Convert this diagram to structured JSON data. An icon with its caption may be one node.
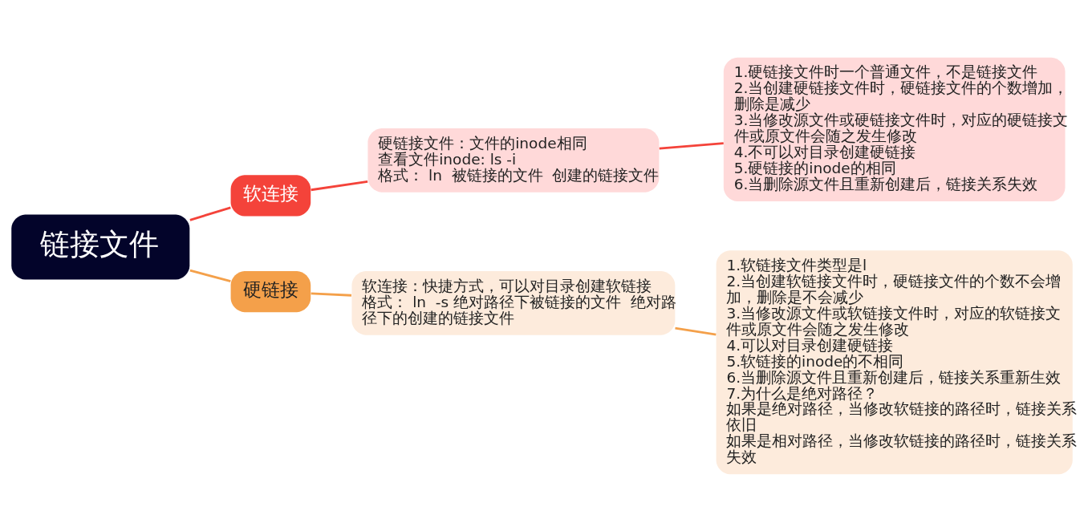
{
  "diagram": {
    "nodes": [
      {
        "text": [
          "链接文件"
        ]
      },
      {
        "text": [
          "软连接"
        ]
      },
      {
        "text": [
          "硬链接文件：文件的inode相同",
          "查看文件inode: ls -i",
          "格式： ln  被链接的文件  创建的链接文件"
        ]
      },
      {
        "text": [
          "1.硬链接文件时一个普通文件，不是链接文件",
          "2.当创建硬链接文件时，硬链接文件的个数增加，删除是减少",
          "3.当修改源文件或硬链接文件时，对应的硬链接文件或原文件会随之发生修改",
          "4.不可以对目录创建硬链接",
          "5.硬链接的inode的相同",
          "6.当删除源文件且重新创建后，链接关系失效"
        ]
      },
      {
        "text": [
          "硬链接"
        ]
      },
      {
        "text": [
          "软连接：快捷方式，可以对目录创建软链接",
          "格式： ln  -s 绝对路径下被链接的文件  绝对路径下的创建的链接文件"
        ]
      },
      {
        "text": [
          "1.软链接文件类型是l",
          "2.当创建软链接文件时，硬链接文件的个数不会增加，删除是不会减少",
          "3.当修改源文件或软链接文件时，对应的软链接文件或原文件会随之发生修改",
          "4.可以对目录创建硬链接",
          "5.软链接的inode的不相同",
          "6.当删除源文件且重新创建后，链接关系重新生效",
          "7.为什么是绝对路径？",
          "如果是绝对路径，当修改软链接的路径时，链接关系依旧",
          "如果是相对路径，当修改软链接的路径时，链接关系失效"
        ]
      }
    ],
    "edges": [
      {
        "from": 0,
        "to": 1,
        "arrow": "none",
        "color": "#f4433a"
      },
      {
        "from": 1,
        "to": 2,
        "arrow": "none",
        "color": "#f4433a"
      },
      {
        "from": 2,
        "to": 3,
        "arrow": "none",
        "color": "#f4433a"
      },
      {
        "from": 0,
        "to": 4,
        "arrow": "none",
        "color": "#f4a04a"
      },
      {
        "from": 4,
        "to": 5,
        "arrow": "none",
        "color": "#f4a04a"
      },
      {
        "from": 5,
        "to": 6,
        "arrow": "none",
        "color": "#f4a04a"
      }
    ]
  }
}
